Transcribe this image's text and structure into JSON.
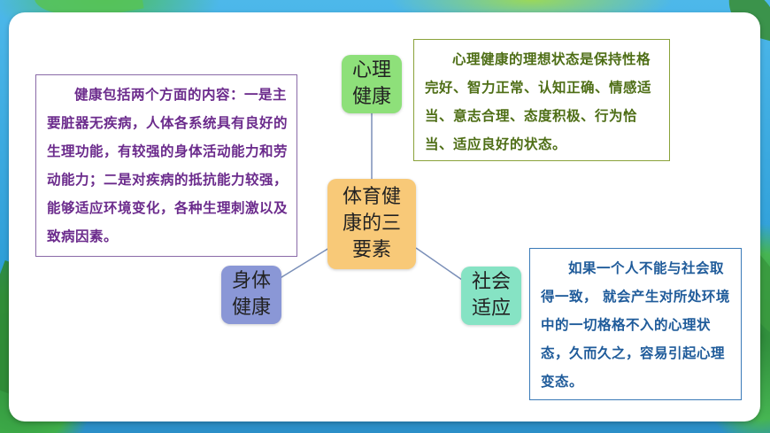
{
  "center": {
    "line1": "体育健",
    "line2": "康的三",
    "line3": "要素"
  },
  "branches": {
    "mental": {
      "label": "心理\n健康",
      "color": "#8ee07a"
    },
    "body": {
      "label": "身体\n健康",
      "color": "#8a97d6"
    },
    "social": {
      "label": "社会\n适应",
      "color": "#86e3c4"
    }
  },
  "center_color": "#f8c978",
  "descriptions": {
    "body": {
      "text": "健康包括两个方面的内容：一是主要脏器无疾病，人体各系统具有良好的生理功能，有较强的身体活动能力和劳动能力；二是对疾病的抵抗能力较强，能够适应环境变化，各种生理刺激以及致病因素。",
      "color": "#6b2b8c"
    },
    "mental": {
      "text": "心理健康的理想状态是保持性格完好、智力正常、认知正确、情感适当、意志合理、态度积极、行为恰当、适应良好的状态。",
      "color": "#4e6e16"
    },
    "social": {
      "text": "如果一个人不能与社会取得一致， 就会产生对所处环境中的一切格格不入的心理状态，久而久之，容易引起心理变态。",
      "color": "#1f5b9a"
    }
  }
}
